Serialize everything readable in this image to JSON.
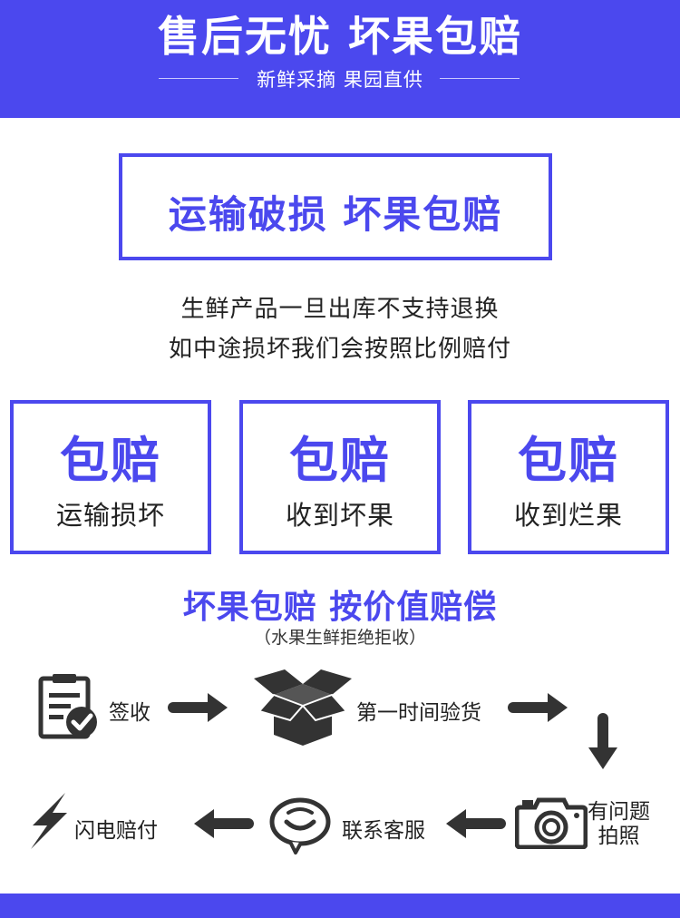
{
  "header": {
    "title": "售后无忧 坏果包赔",
    "subtitle": "新鲜采摘 果园直供"
  },
  "banner": {
    "text": "运输破损 坏果包赔"
  },
  "notice": {
    "line1": "生鲜产品一旦出库不支持退换",
    "line2": "如中途损坏我们会按照比例赔付"
  },
  "tiles": [
    {
      "big": "包赔",
      "small": "运输损坏"
    },
    {
      "big": "包赔",
      "small": "收到坏果"
    },
    {
      "big": "包赔",
      "small": "收到烂果"
    }
  ],
  "promise": {
    "title": "坏果包赔 按价值赔偿",
    "note": "（水果生鲜拒绝拒收）"
  },
  "process": {
    "step1": {
      "label": "签收",
      "icon": "clipboard-check-icon"
    },
    "step2": {
      "label": "第一时间验货",
      "icon": "open-box-icon"
    },
    "step3": {
      "label_line1": "有问题",
      "label_line2": "拍照",
      "icon": "camera-icon"
    },
    "step4": {
      "label": "联系客服",
      "icon": "chat-smile-icon"
    },
    "step5": {
      "label": "闪电赔付",
      "icon": "lightning-icon"
    }
  },
  "colors": {
    "brand": "#4b48ee",
    "icon": "#333333"
  }
}
